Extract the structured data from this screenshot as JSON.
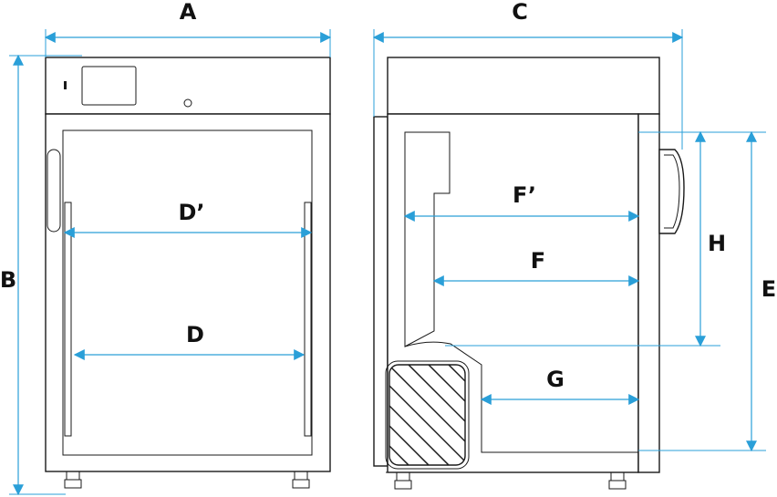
{
  "labels": {
    "A": "A",
    "B": "B",
    "C": "C",
    "D": "D",
    "D_prime": "D’",
    "E": "E",
    "F": "F",
    "F_prime": "F’",
    "G": "G",
    "H": "H"
  },
  "colors": {
    "dimension_line": "#2a9fd8",
    "outline": "#1a1a1a",
    "background": "#ffffff"
  }
}
